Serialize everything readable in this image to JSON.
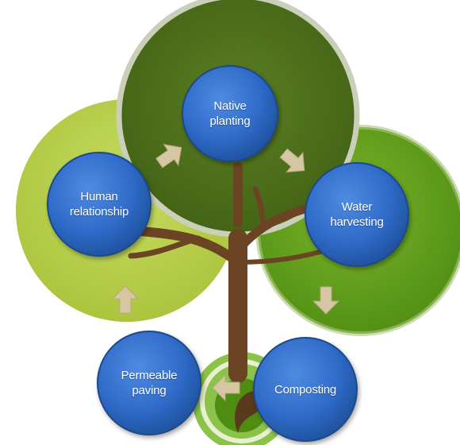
{
  "diagram": {
    "type": "cycle-tree",
    "nodes": [
      {
        "id": "native",
        "label": "Native\nplanting"
      },
      {
        "id": "water",
        "label": "Water\nharvesting"
      },
      {
        "id": "compost",
        "label": "Composting"
      },
      {
        "id": "permeable",
        "label": "Permeable\npaving"
      },
      {
        "id": "human",
        "label": "Human\nrelationship"
      }
    ],
    "cycle_order": [
      "native",
      "water",
      "compost",
      "permeable",
      "human"
    ],
    "colors": {
      "node_fill": "#2f6bc9",
      "node_stroke": "#1e4a8a",
      "top_circle": "#4c6f1a",
      "left_circle": "#b3cc45",
      "right_circle": "#5e9e18",
      "trunk": "#6b4423",
      "arrow": "#d6c7a3"
    }
  }
}
